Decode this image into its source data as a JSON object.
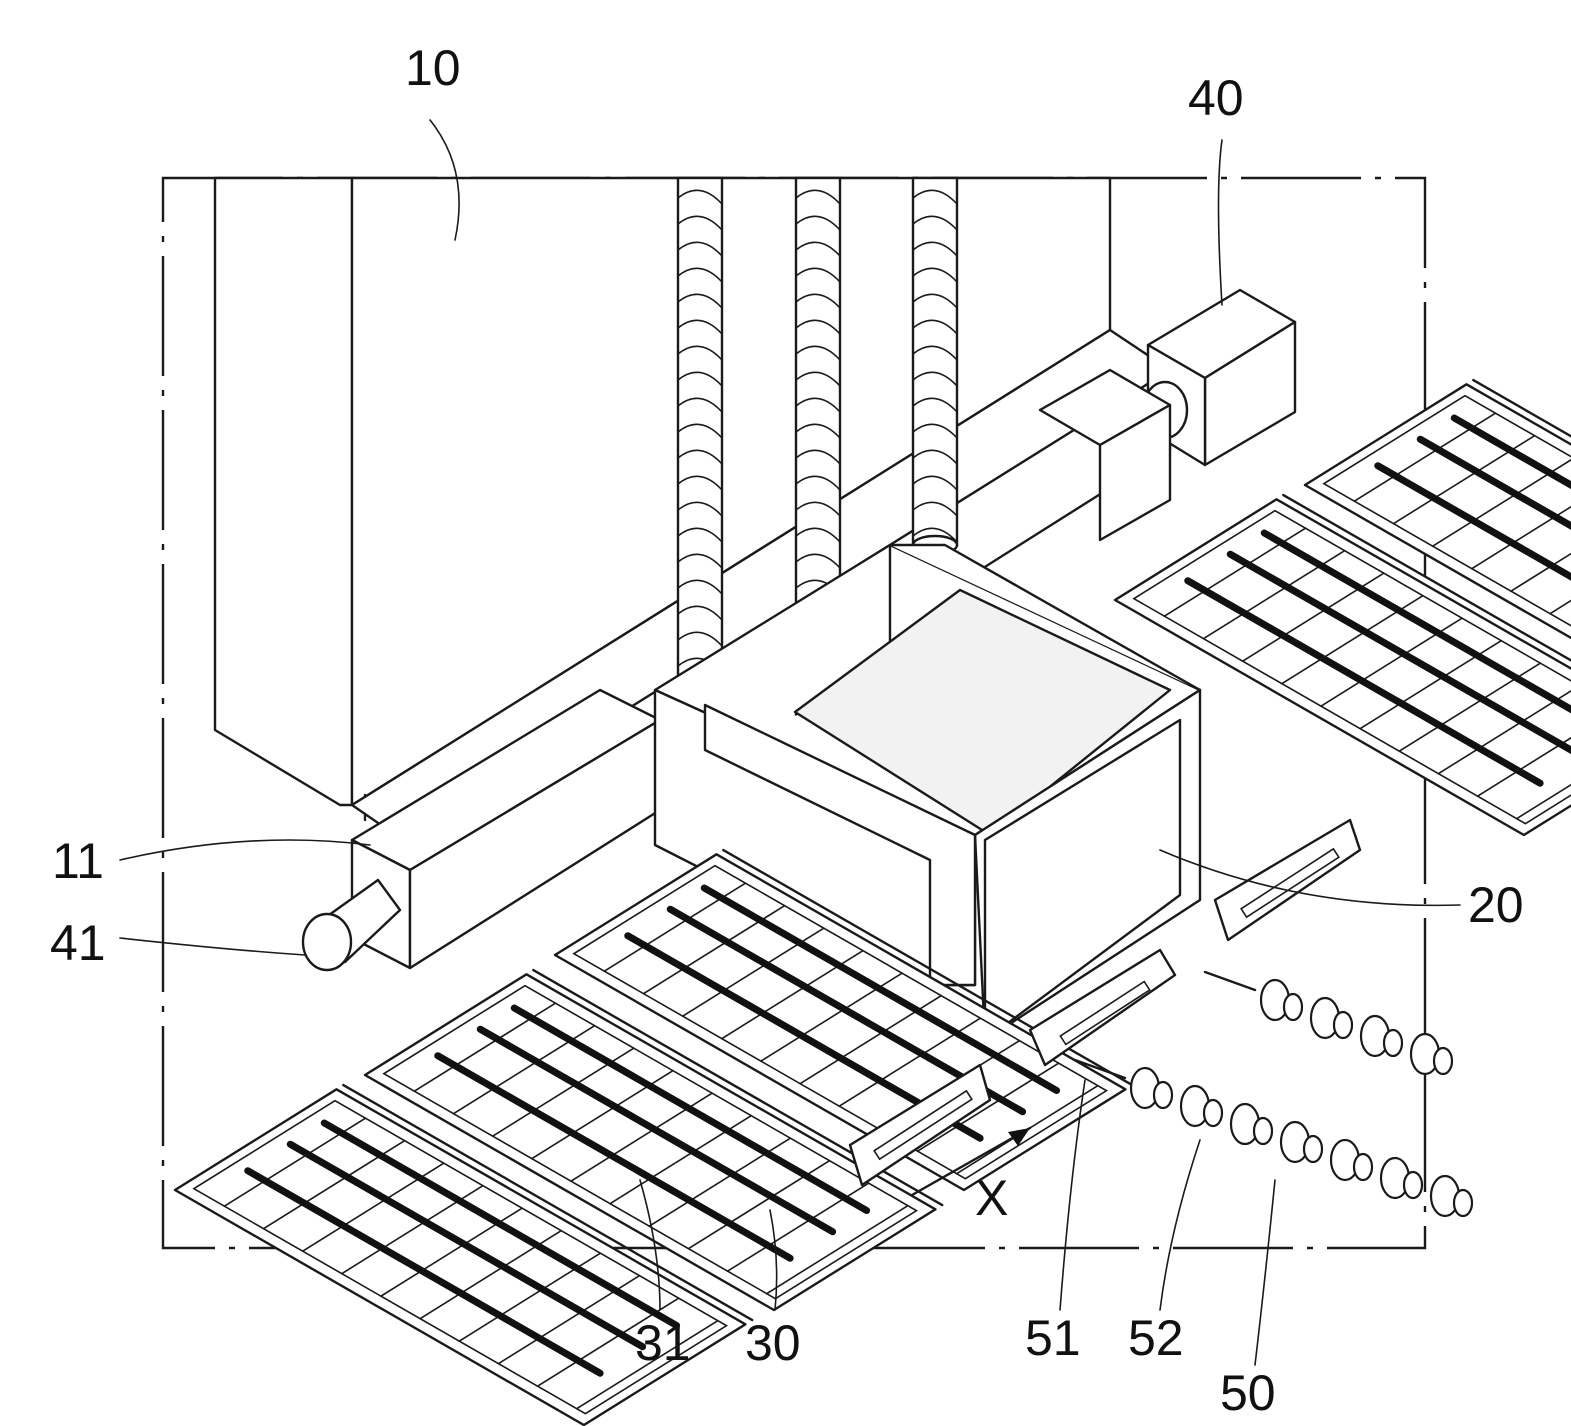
{
  "labels": {
    "l10": "10",
    "l40": "40",
    "l11": "11",
    "l41": "41",
    "l20": "20",
    "l31": "31",
    "l30": "30",
    "l51": "51",
    "l52": "52",
    "l50": "50",
    "lx": "X"
  }
}
